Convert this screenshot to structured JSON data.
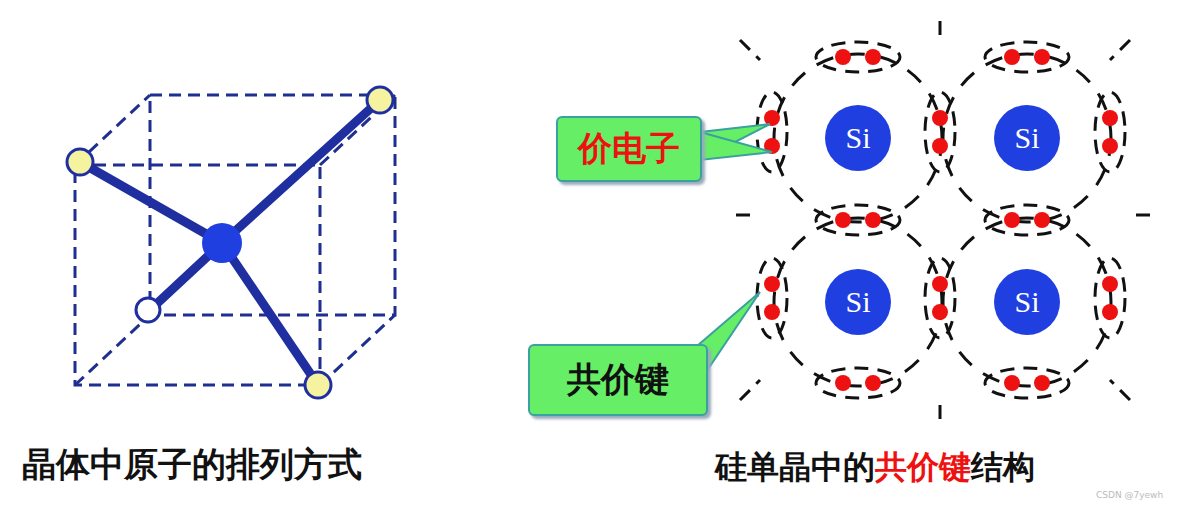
{
  "diagram": {
    "nodes": [
      {
        "text": [
          "价电子"
        ]
      },
      {
        "text": [
          "共价键"
        ]
      },
      {
        "text": [
          "Si"
        ]
      },
      {
        "text": [
          "Si"
        ]
      },
      {
        "text": [
          "Si"
        ]
      },
      {
        "text": [
          "Si"
        ]
      }
    ],
    "labels": [
      "晶体中原子的排列方式",
      "硅单晶中的",
      "共价键",
      "结构",
      "CSDN @7yewh"
    ]
  }
}
